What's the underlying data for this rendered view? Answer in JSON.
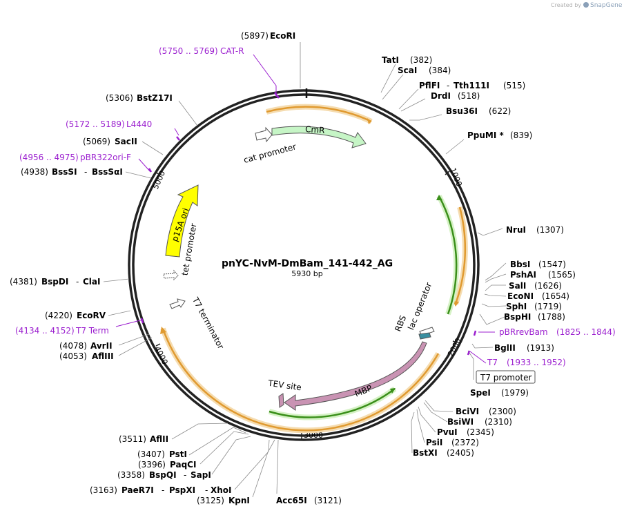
{
  "app": {
    "credit_prefix": "Created by",
    "credit_brand": "SnapGene"
  },
  "plasmid": {
    "name": "pnYC-NvM-DmBam_141-442_AG",
    "length_label": "5930 bp",
    "length": 5930
  },
  "ticks": [
    {
      "bp": 1000,
      "label": "1000"
    },
    {
      "bp": 2000,
      "label": "2000"
    },
    {
      "bp": 3000,
      "label": "3000"
    },
    {
      "bp": 4000,
      "label": "4000"
    },
    {
      "bp": 5000,
      "label": "5000"
    }
  ],
  "features": [
    {
      "id": "cmr",
      "label": "CmR",
      "color": "#c6f5c6",
      "stroke": "#555555"
    },
    {
      "id": "cat-promoter",
      "label": "cat promoter",
      "color": "#ffffff",
      "stroke": "#555555"
    },
    {
      "id": "p15a-ori",
      "label": "p15A ori",
      "color": "#ffff00",
      "stroke": "#555555"
    },
    {
      "id": "tet-promoter",
      "label": "tet promoter",
      "color": "#ffffff",
      "stroke": "#555555"
    },
    {
      "id": "t7-terminator",
      "label": "T7 terminator",
      "color": "#ffffff",
      "stroke": "#555555"
    },
    {
      "id": "mbp",
      "label": "MBP",
      "color": "#c993b3",
      "stroke": "#555555"
    },
    {
      "id": "tev-site",
      "label": "TEV site",
      "color": "#c993b3",
      "stroke": "#555555"
    },
    {
      "id": "lac-operator",
      "label": "lac operator",
      "color": "#ffffff",
      "stroke": "#555555"
    },
    {
      "id": "rbs",
      "label": "RBS",
      "color": "#3a8fa0",
      "stroke": "#555555"
    },
    {
      "id": "t7-promoter",
      "label": "T7 promoter",
      "color": "#ffffff",
      "stroke": "#555555"
    }
  ],
  "orf_colors": {
    "orange": "#e09a30",
    "green": "#3a8f1a",
    "halo": "#f5dcb0",
    "green_halo": "#d6f2c6"
  },
  "sites": [
    {
      "name": "EcoRI",
      "pos": "(5897)"
    },
    {
      "name": "TatI",
      "pos": "(382)"
    },
    {
      "name": "ScaI",
      "pos": "(384)"
    },
    {
      "name": "PflFI",
      "name2": "Tth111I",
      "pos": "(515)"
    },
    {
      "name": "DrdI",
      "pos": "(518)"
    },
    {
      "name": "Bsu36I",
      "pos": "(622)"
    },
    {
      "name": "PpuMI *",
      "pos": "(839)"
    },
    {
      "name": "NruI",
      "pos": "(1307)"
    },
    {
      "name": "BbsI",
      "pos": "(1547)"
    },
    {
      "name": "PshAI",
      "pos": "(1565)"
    },
    {
      "name": "SalI",
      "pos": "(1626)"
    },
    {
      "name": "EcoNI",
      "pos": "(1654)"
    },
    {
      "name": "SphI",
      "pos": "(1719)"
    },
    {
      "name": "BspHI",
      "pos": "(1788)"
    },
    {
      "name": "BglII",
      "pos": "(1913)"
    },
    {
      "name": "SpeI",
      "pos": "(1979)"
    },
    {
      "name": "BciVI",
      "pos": "(2300)"
    },
    {
      "name": "BsiWI",
      "pos": "(2310)"
    },
    {
      "name": "PvuI",
      "pos": "(2345)"
    },
    {
      "name": "PsiI",
      "pos": "(2372)"
    },
    {
      "name": "BstXI",
      "pos": "(2405)"
    },
    {
      "name": "Acc65I",
      "pos": "(3121)"
    },
    {
      "name": "KpnI",
      "pos": "(3125)"
    },
    {
      "name": "PaeR7I",
      "name2": "PspXI",
      "name3": "XhoI",
      "pos": "(3163)"
    },
    {
      "name": "BspQI",
      "name2": "SapI",
      "pos": "(3358)"
    },
    {
      "name": "PaqCI",
      "pos": "(3396)"
    },
    {
      "name": "PstI",
      "pos": "(3407)"
    },
    {
      "name": "AflII",
      "pos": "(3511)"
    },
    {
      "name": "AflIII",
      "pos": "(4053)"
    },
    {
      "name": "AvrII",
      "pos": "(4078)"
    },
    {
      "name": "EcoRV",
      "pos": "(4220)"
    },
    {
      "name": "BspDI",
      "name2": "ClaI",
      "pos": "(4381)"
    },
    {
      "name": "BssSI",
      "name2": "BssSαI",
      "pos": "(4938)"
    },
    {
      "name": "SacII",
      "pos": "(5069)"
    },
    {
      "name": "BstZ17I",
      "pos": "(5306)"
    }
  ],
  "primers": [
    {
      "name": "CAT-R",
      "range": "(5750 .. 5769)"
    },
    {
      "name": "L4440",
      "range": "(5172 .. 5189)"
    },
    {
      "name": "pBR322ori-F",
      "range": "(4956 .. 4975)"
    },
    {
      "name": "T7 Term",
      "range": "(4134 .. 4152)"
    },
    {
      "name": "pBRrevBam",
      "range": "(1825 .. 1844)"
    },
    {
      "name": "T7",
      "range": "(1933 .. 1952)"
    }
  ]
}
